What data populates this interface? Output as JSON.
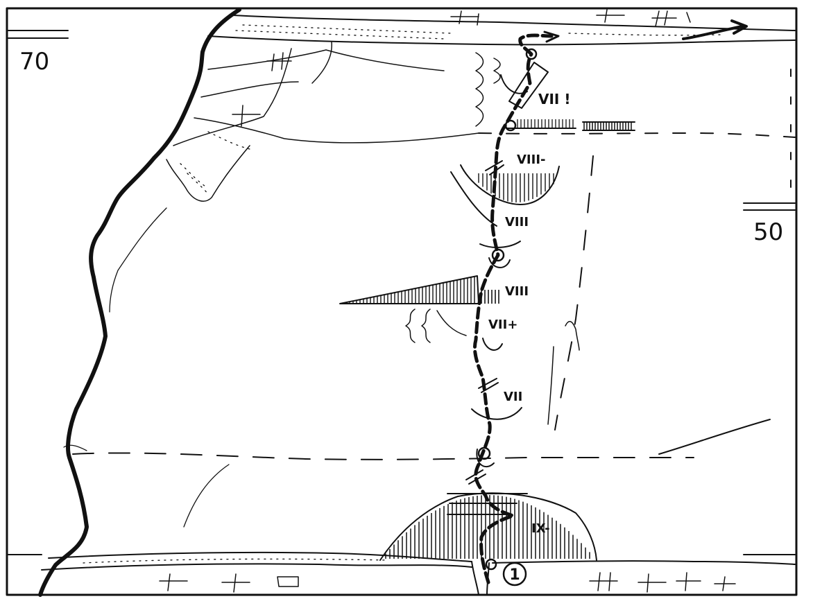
{
  "topo": {
    "height_markers": [
      "70",
      "50"
    ],
    "grades": [
      "VII !",
      "VIII-",
      "VIII",
      "VIII",
      "VII+",
      "VII",
      "IX-"
    ],
    "route_number": "1"
  }
}
